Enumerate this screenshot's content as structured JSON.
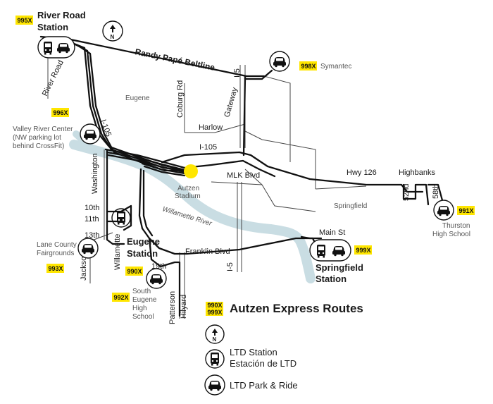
{
  "colors": {
    "route": "#111111",
    "street": "#444444",
    "river": "#c9dde3",
    "stadium": "#ffe600",
    "badge": "#ffe600",
    "background": "#ffffff"
  },
  "north_arrow": {
    "icon": "north-arrow-icon",
    "letter": "N"
  },
  "stations": {
    "river_road": {
      "code": "995X",
      "name_line1": "River Road",
      "name_line2": "Station"
    },
    "eugene": {
      "name_line1": "Eugene",
      "name_line2": "Station"
    },
    "springfield": {
      "code": "999X",
      "name_line1": "Springfield",
      "name_line2": "Station"
    }
  },
  "park_and_rides": {
    "symantec": {
      "code": "998X",
      "name": "Symantec"
    },
    "valley_river": {
      "code": "996X",
      "name_line1": "Valley River Center",
      "name_line2": "(NW parking lot",
      "name_line3": "behind CrossFit)"
    },
    "fairgrounds": {
      "code": "993X",
      "name_line1": "Lane County",
      "name_line2": "Fairgrounds"
    },
    "south_eugene": {
      "code": "992X",
      "name_line1": "South",
      "name_line2": "Eugene",
      "name_line3": "High",
      "name_line4": "School"
    },
    "eugene_station_pr": {
      "code": "990X"
    },
    "thurston": {
      "code": "991X",
      "name_line1": "Thurston",
      "name_line2": "High School"
    }
  },
  "streets": {
    "beltline": "Randy Papé Beltline",
    "river_road": "River Road",
    "i5_north": "I-5",
    "i5_south": "I-5",
    "gateway": "Gateway",
    "coburg": "Coburg Rd",
    "eugene": "Eugene",
    "i105_west": "I-105",
    "i105_east": "I-105",
    "harlow": "Harlow",
    "mlk": "MLK Blvd",
    "hwy126": "Hwy 126",
    "highbanks": "Highbanks",
    "52nd": "52nd",
    "58th": "58th",
    "springfield": "Springfield",
    "main_st": "Main St",
    "washington": "Washington",
    "10th": "10th",
    "11th": "11th",
    "13th": "13th",
    "jackson": "Jackson",
    "willamette": "Willamette",
    "19th": "19th",
    "patterson": "Patterson",
    "hilyard": "Hilyard",
    "franklin": "Franklin Blvd",
    "willamette_river": "Willamette River"
  },
  "stadium": {
    "line1": "Autzen",
    "line2": "Stadium"
  },
  "legend": {
    "codes_line1": "990X",
    "codes_line2": "999X",
    "title": "Autzen Express Routes",
    "north_letter": "N",
    "station_label_line1": "LTD Station",
    "station_label_line2": "Estación de LTD",
    "park_ride_label": "LTD  Park & Ride"
  }
}
